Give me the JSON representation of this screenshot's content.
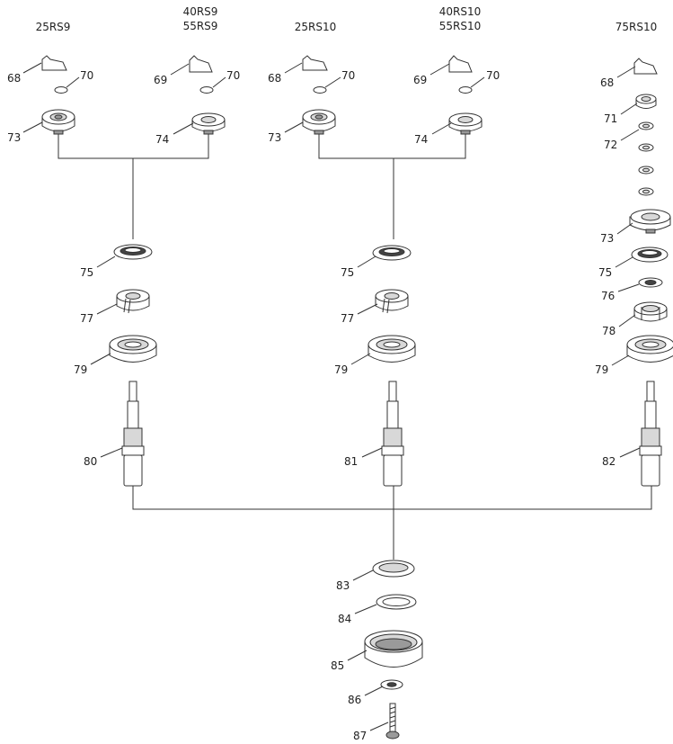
{
  "headers": {
    "col1": "25RS9",
    "col2_a": "40RS9",
    "col2_b": "55RS9",
    "col3": "25RS10",
    "col4_a": "40RS10",
    "col4_b": "55RS10",
    "col5": "75RS10"
  },
  "callouts": {
    "c1_68": "68",
    "c1_70": "70",
    "c1_73": "73",
    "c2_69": "69",
    "c2_70": "70",
    "c2_74": "74",
    "c3_68": "68",
    "c3_70": "70",
    "c3_73": "73",
    "c4_69": "69",
    "c4_70": "70",
    "c4_74": "74",
    "c5_68": "68",
    "c5_71": "71",
    "c5_72": "72",
    "c5_73": "73",
    "c5_75": "75",
    "c5_76": "76",
    "c5_78": "78",
    "c5_79": "79",
    "a_75": "75",
    "a_77": "77",
    "a_79": "79",
    "a_80": "80",
    "b_75": "75",
    "b_77": "77",
    "b_79": "79",
    "b_81": "81",
    "c_82": "82",
    "d_83": "83",
    "d_84": "84",
    "d_85": "85",
    "d_86": "86",
    "d_87": "87"
  }
}
